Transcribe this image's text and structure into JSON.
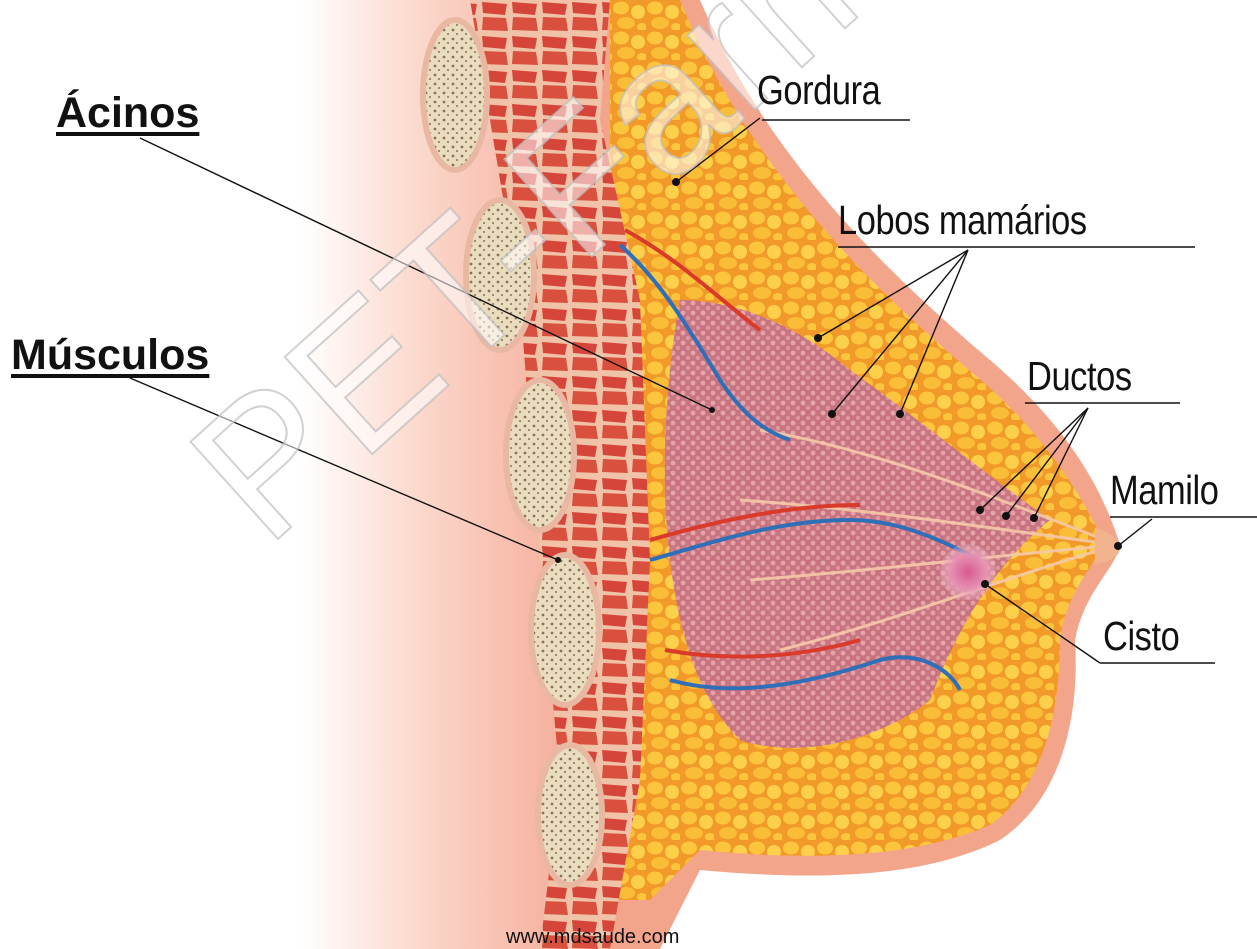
{
  "labels": {
    "acinos": "Ácinos",
    "musculos": "Músculos",
    "gordura": "Gordura",
    "lobos": "Lobos mamários",
    "ductos": "Ductos",
    "mamilo": "Mamilo",
    "cisto": "Cisto"
  },
  "watermark": "PET-Farmácia UF",
  "source": "www.mdsaude.com",
  "colors": {
    "skin": "#f4a28a",
    "muscle": "#d8483a",
    "fat": "#f7b52d",
    "lobes": "#c97a8f",
    "vein": "#2f6fb8",
    "artery": "#d93a2a",
    "rib": "#e8d3ae"
  }
}
